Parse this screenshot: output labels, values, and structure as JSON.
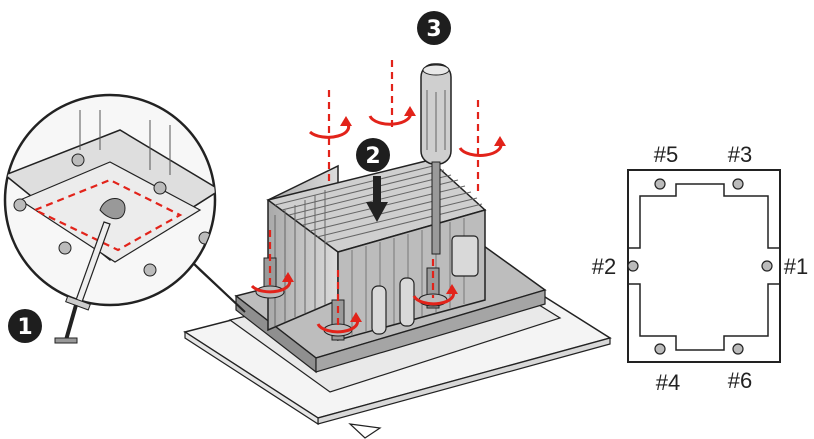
{
  "steps": [
    "1",
    "2",
    "3"
  ],
  "holes": [
    "#5",
    "#3",
    "#2",
    "#1",
    "#4",
    "#6"
  ],
  "colors": {
    "accent_red": "#e2231a",
    "step_badge": "#1e1e1e",
    "outline": "#222222",
    "metal_light": "#c9c9c9",
    "metal_dark": "#8c8c8c"
  },
  "icons": [
    "cpu-cooler-icon",
    "screwdriver-icon",
    "thermal-paste-syringe-icon",
    "rotate-arrow-icon",
    "mounting-bracket-icon"
  ]
}
